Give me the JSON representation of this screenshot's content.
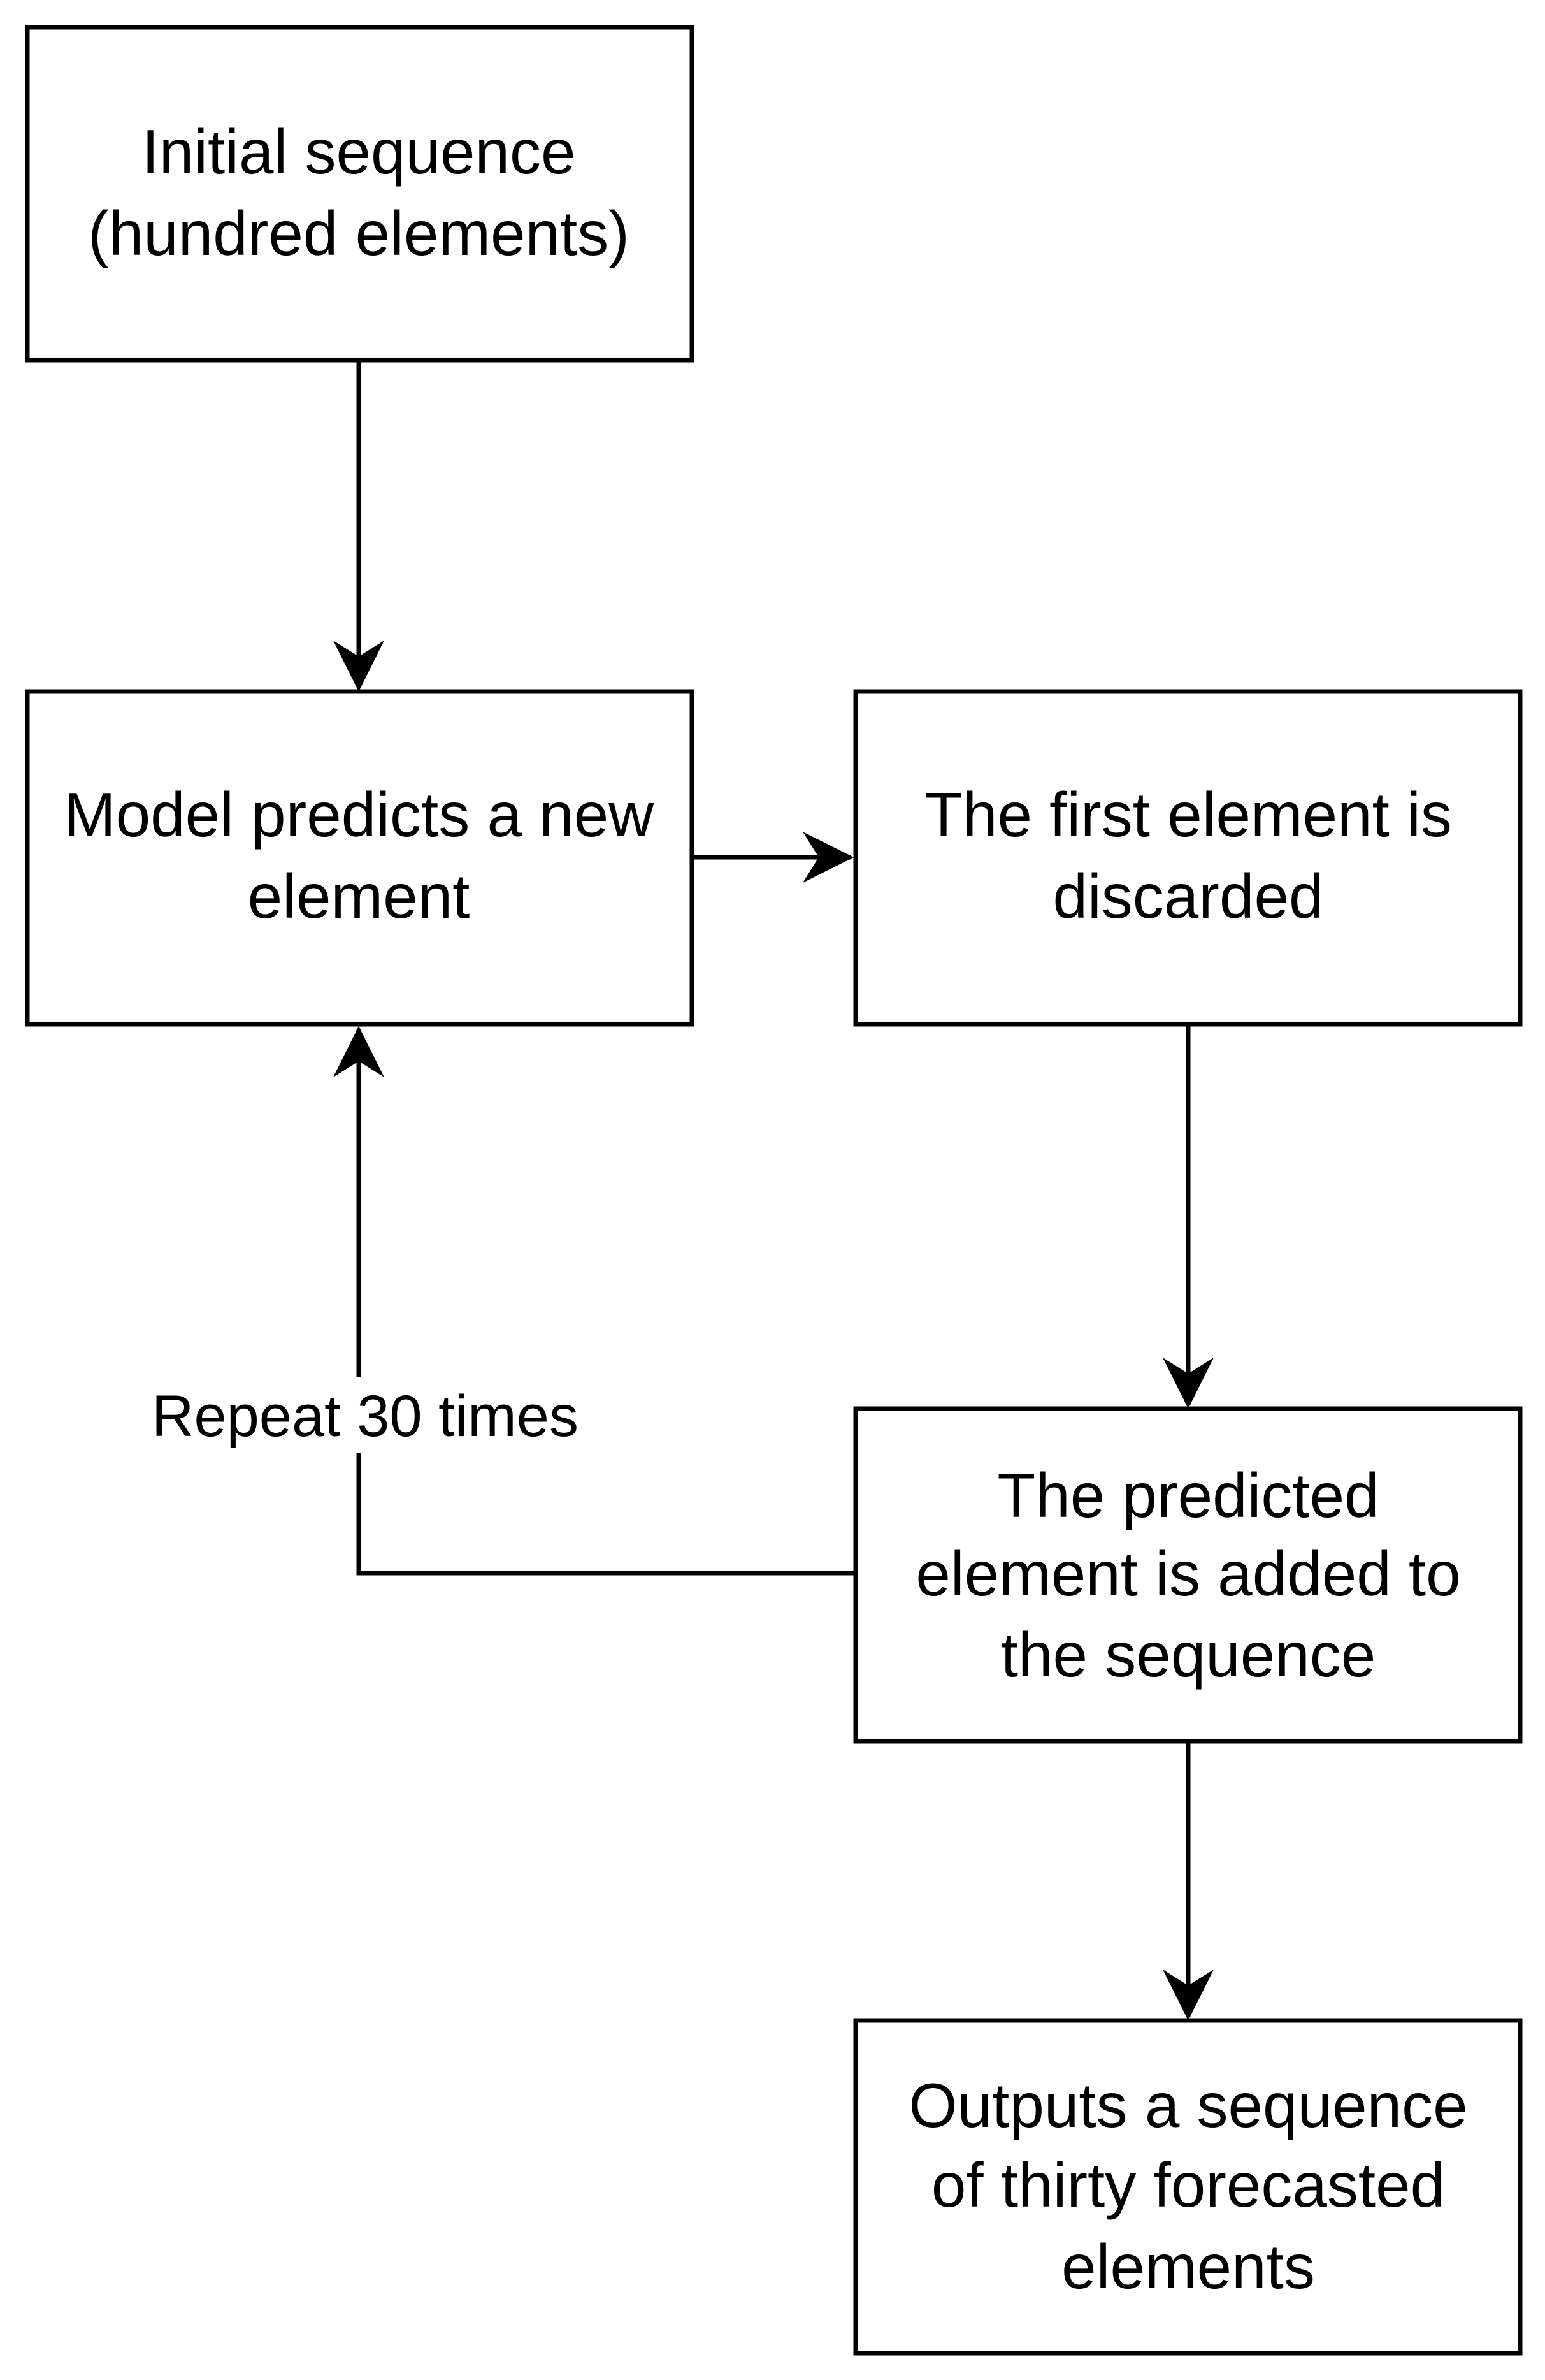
{
  "diagram": {
    "nodes": [
      {
        "id": "initial",
        "lines": [
          "Initial sequence",
          "(hundred elements)"
        ]
      },
      {
        "id": "predict",
        "lines": [
          "Model predicts a new",
          "element"
        ]
      },
      {
        "id": "discard",
        "lines": [
          "The first element is",
          "discarded"
        ]
      },
      {
        "id": "append",
        "lines": [
          "The predicted",
          "element is added to",
          "the sequence"
        ]
      },
      {
        "id": "output",
        "lines": [
          "Outputs a sequence",
          "of thirty forecasted",
          "elements"
        ]
      }
    ],
    "edges": [
      {
        "from": "initial",
        "to": "predict"
      },
      {
        "from": "predict",
        "to": "discard"
      },
      {
        "from": "discard",
        "to": "append"
      },
      {
        "from": "append",
        "to": "predict",
        "label": "Repeat 30 times"
      },
      {
        "from": "append",
        "to": "output"
      }
    ]
  }
}
